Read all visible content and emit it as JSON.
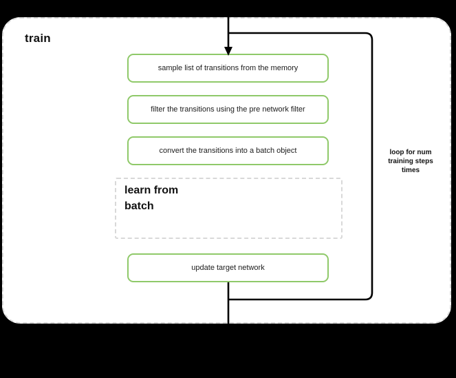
{
  "diagram": {
    "title": "train",
    "background_color": "#000000",
    "canvas_color": "#ffffff",
    "group_border_color": "#d8d8d8",
    "node_border_color": "#8fc969",
    "connector_color": "#000000"
  },
  "nodes": [
    {
      "id": "sample",
      "label": "sample list of transitions from the memory",
      "type": "process"
    },
    {
      "id": "filter",
      "label": "filter the transitions using the pre network filter",
      "type": "process"
    },
    {
      "id": "convert",
      "label": "convert the transitions into a batch object",
      "type": "process"
    },
    {
      "id": "update",
      "label": "update target network",
      "type": "process"
    }
  ],
  "subgroup": {
    "title_line1": "learn from",
    "title_line2": "batch",
    "style": "dashed"
  },
  "annotations": {
    "loop_line1": "loop for num",
    "loop_line2": "training steps",
    "loop_line3": "times"
  }
}
